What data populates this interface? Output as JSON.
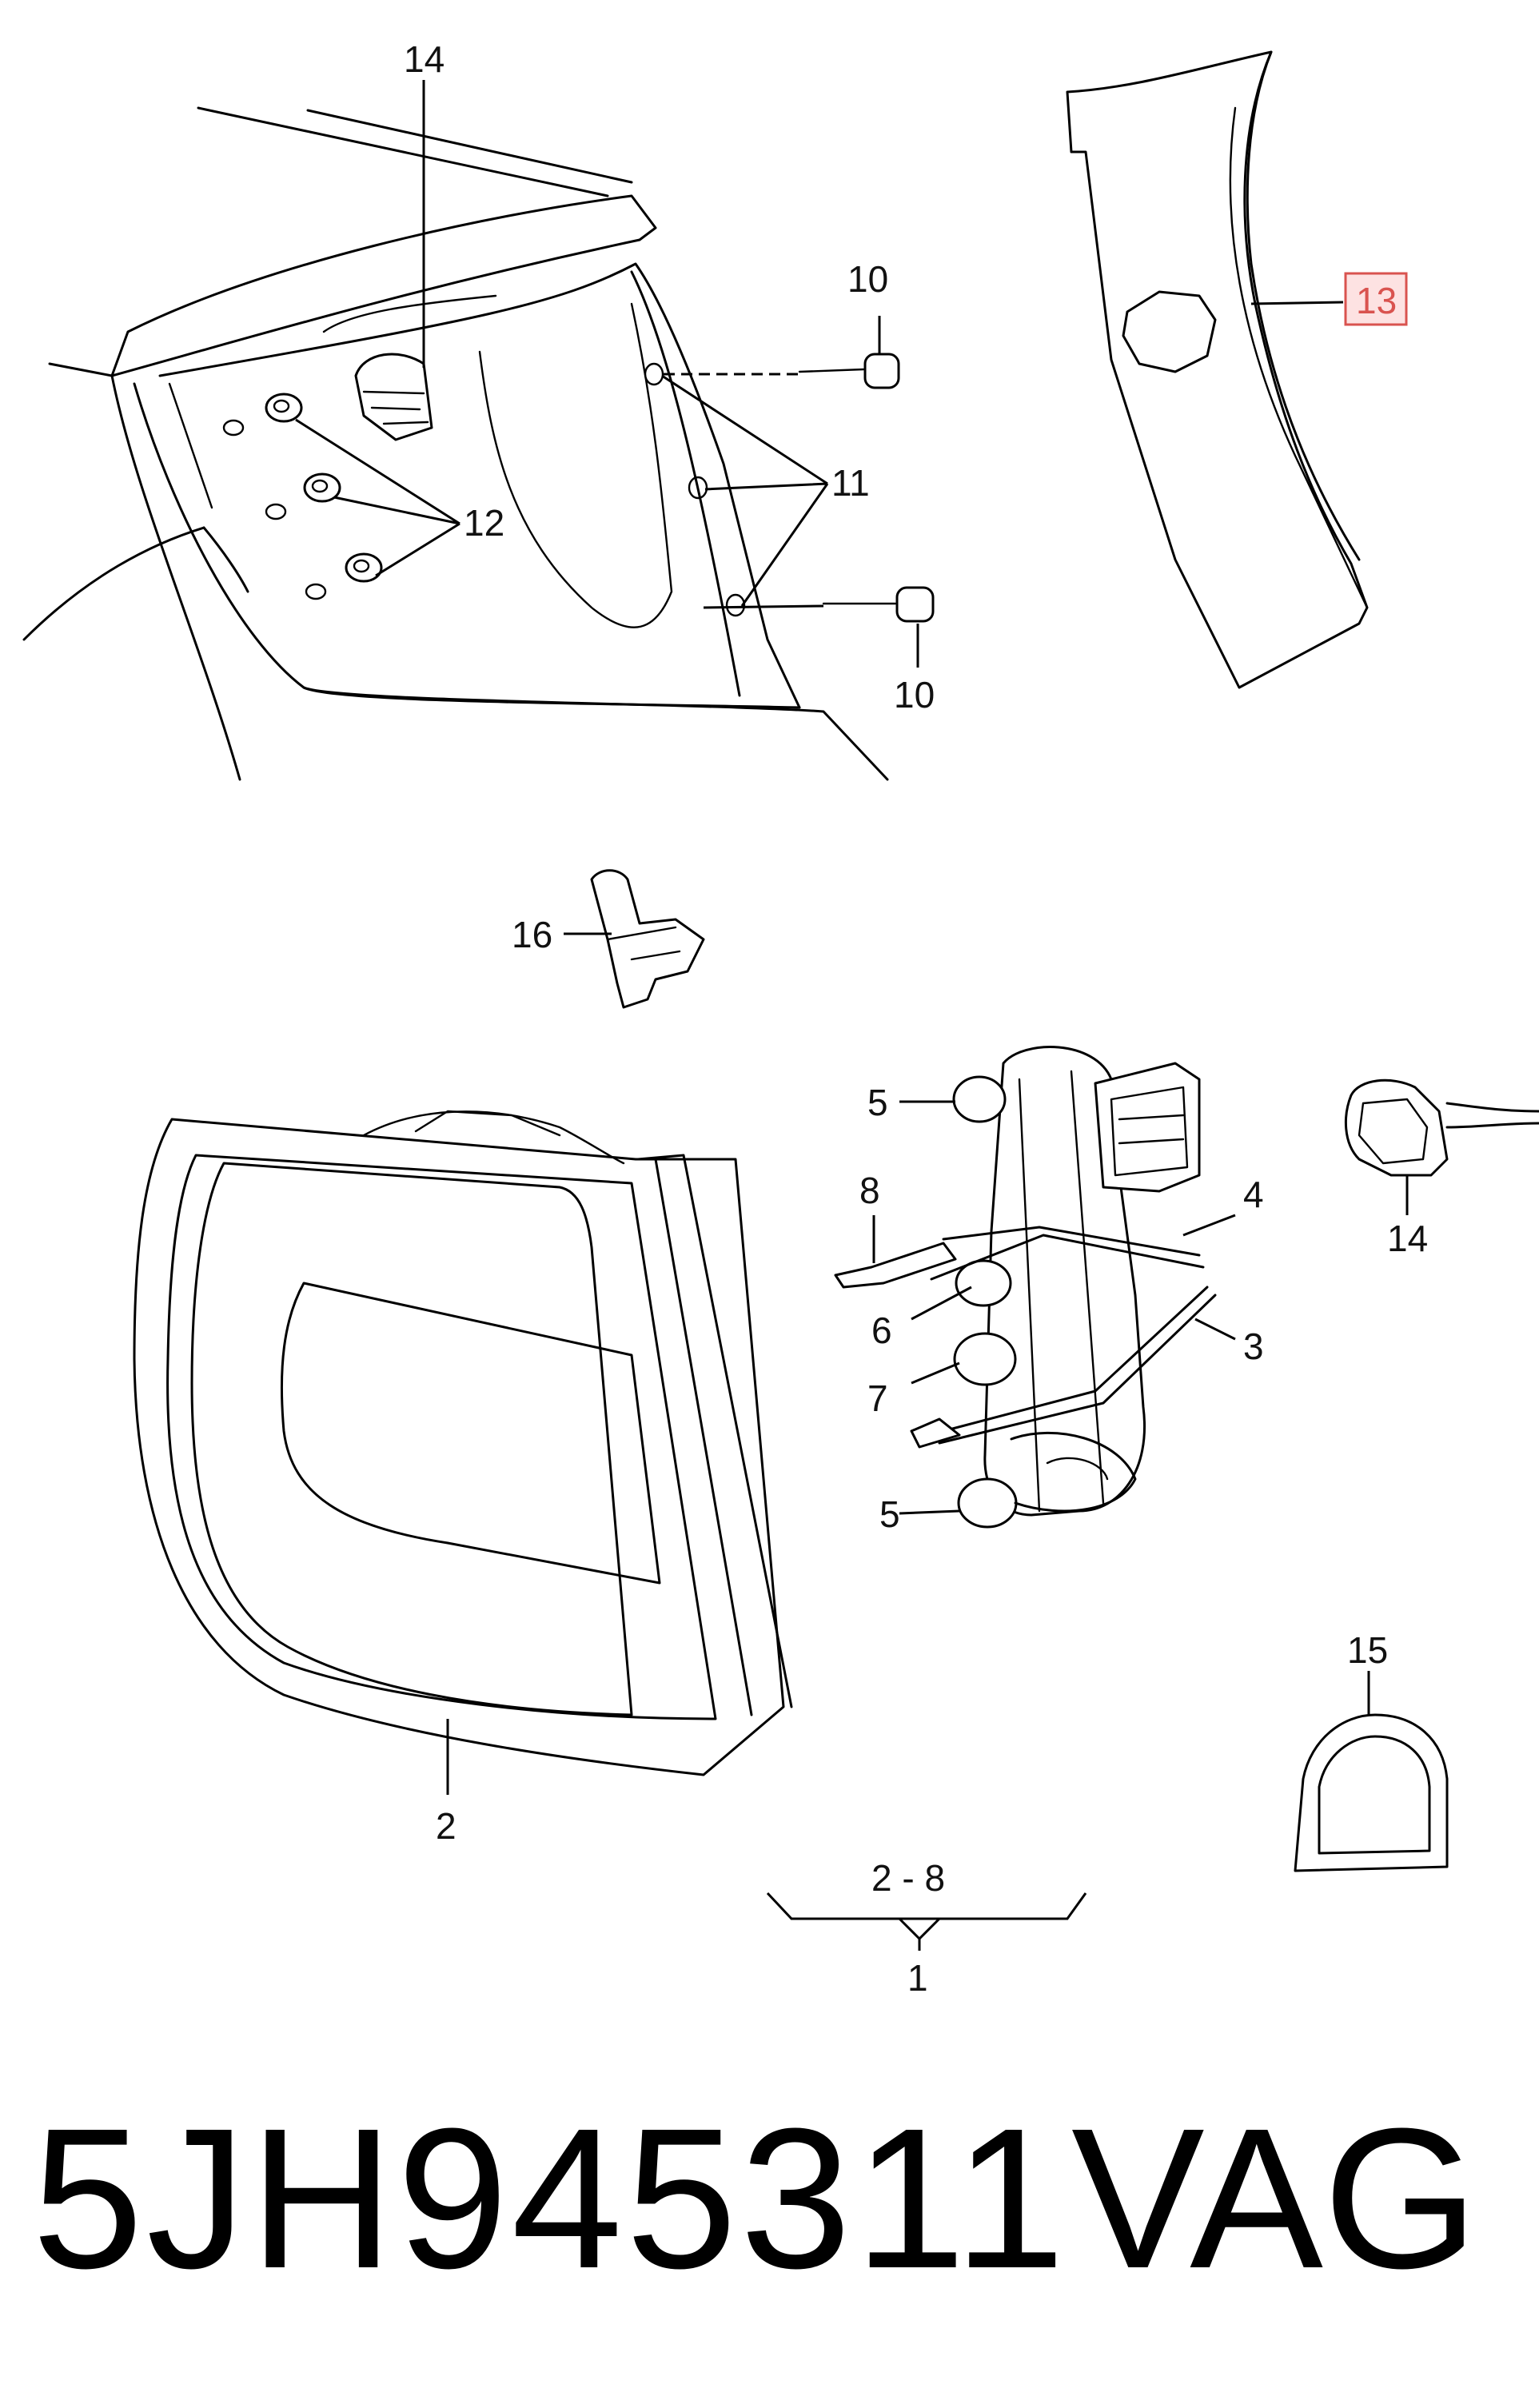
{
  "callouts": {
    "c1": "1",
    "c2": "2",
    "c2_8": "2 - 8",
    "c3": "3",
    "c4": "4",
    "c5a": "5",
    "c5b": "5",
    "c6": "6",
    "c7": "7",
    "c8": "8",
    "c10a": "10",
    "c10b": "10",
    "c11": "11",
    "c12": "12",
    "c13": "13",
    "c14a": "14",
    "c14b": "14",
    "c15": "15",
    "c16": "16"
  },
  "highlight_color": "#d9534f",
  "footer": {
    "part_number": "5JH945311",
    "brand": "VAG"
  }
}
